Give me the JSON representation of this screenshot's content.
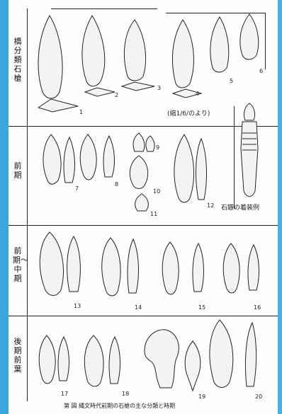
{
  "sections": [
    {
      "label": "橋分類 石槍"
    },
    {
      "label": "前期"
    },
    {
      "label": "前期〜中期"
    },
    {
      "label": "後期前葉"
    }
  ],
  "figure_numbers": [
    "1",
    "2",
    "3",
    "4",
    "5",
    "6",
    "7",
    "8",
    "9",
    "10",
    "11",
    "12",
    "13",
    "14",
    "15",
    "16",
    "17",
    "18",
    "19",
    "20"
  ],
  "captions": {
    "reference": "(縮1/6/のより)",
    "hafted": "石鏃の着装例",
    "footer": "第 図 縄文時代前期の石槍の主な分類と時期"
  },
  "colors": {
    "frame": "#3aa6dd",
    "paper": "#fdfdfc",
    "ink": "#222222"
  }
}
